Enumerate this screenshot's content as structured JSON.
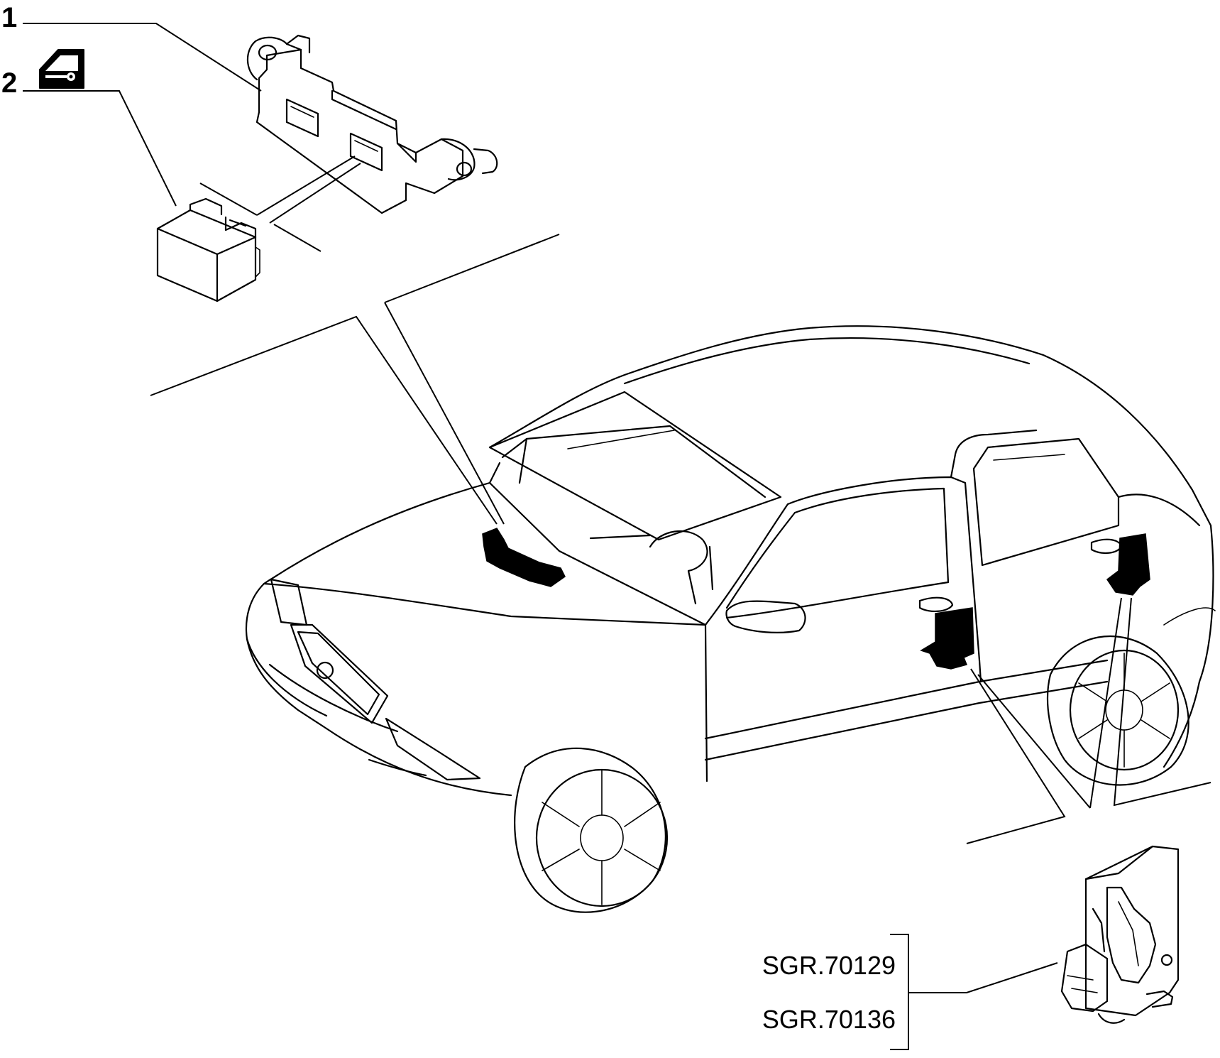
{
  "callouts": [
    {
      "id": "1",
      "label": "1"
    },
    {
      "id": "2",
      "label": "2"
    }
  ],
  "part_references": [
    "SGR.70129",
    "SGR.70136"
  ],
  "icons": {
    "callout_2": "door-key-icon"
  },
  "colors": {
    "line": "#000000",
    "background": "#ffffff"
  }
}
